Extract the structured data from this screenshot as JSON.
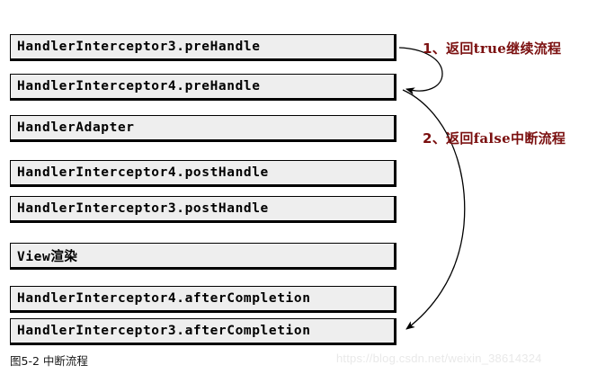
{
  "diagram": {
    "caption": "图5-2 中断流程",
    "watermark": "https://blog.csdn.net/weixin_38614324",
    "colors": {
      "box_fill": "#eeeeee",
      "box_border": "#000000",
      "annotation_text": "#7b1010",
      "watermark_text": "#e9e9e9",
      "arrow_stroke": "#000000"
    },
    "boxes": [
      {
        "id": "box-interceptor3-prehandle",
        "label": "HandlerInterceptor3.preHandle"
      },
      {
        "id": "box-interceptor4-prehandle",
        "label": "HandlerInterceptor4.preHandle"
      },
      {
        "id": "box-handleradapter",
        "label": "HandlerAdapter"
      },
      {
        "id": "box-interceptor4-posthandle",
        "label": "HandlerInterceptor4.postHandle"
      },
      {
        "id": "box-interceptor3-posthandle",
        "label": "HandlerInterceptor3.postHandle"
      },
      {
        "id": "box-view-render",
        "label": "View渲染"
      },
      {
        "id": "box-interceptor4-aftercompletion",
        "label": "HandlerInterceptor4.afterCompletion"
      },
      {
        "id": "box-interceptor3-aftercompletion",
        "label": "HandlerInterceptor3.afterCompletion"
      }
    ],
    "annotations": [
      {
        "id": "annotation-return-true",
        "index": "1、",
        "prefix": "返回",
        "keyword": "true",
        "suffix": "继续流程",
        "full": "1、返回true继续流程"
      },
      {
        "id": "annotation-return-false",
        "index": "2、",
        "prefix": "返回",
        "keyword": "false",
        "suffix": "中断流程",
        "full": "2、返回false中断流程"
      }
    ]
  }
}
